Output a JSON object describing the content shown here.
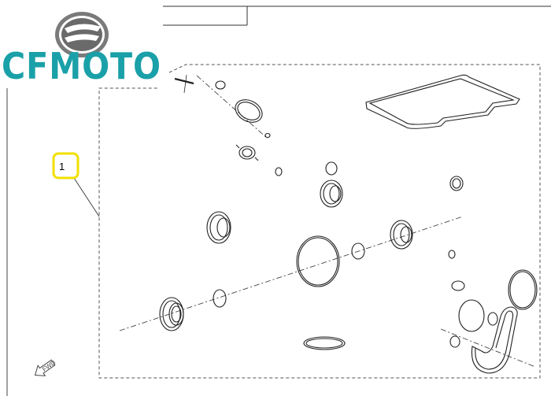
{
  "brand": {
    "name": "CFMOTO",
    "primary_color": "#1aa0a8",
    "emblem_color": "#6a6a6a"
  },
  "callout": {
    "number": "1",
    "highlight_color": "#f2e000"
  },
  "direction_arrow": {
    "label": "FWD",
    "icon": "forward-arrow-icon"
  }
}
